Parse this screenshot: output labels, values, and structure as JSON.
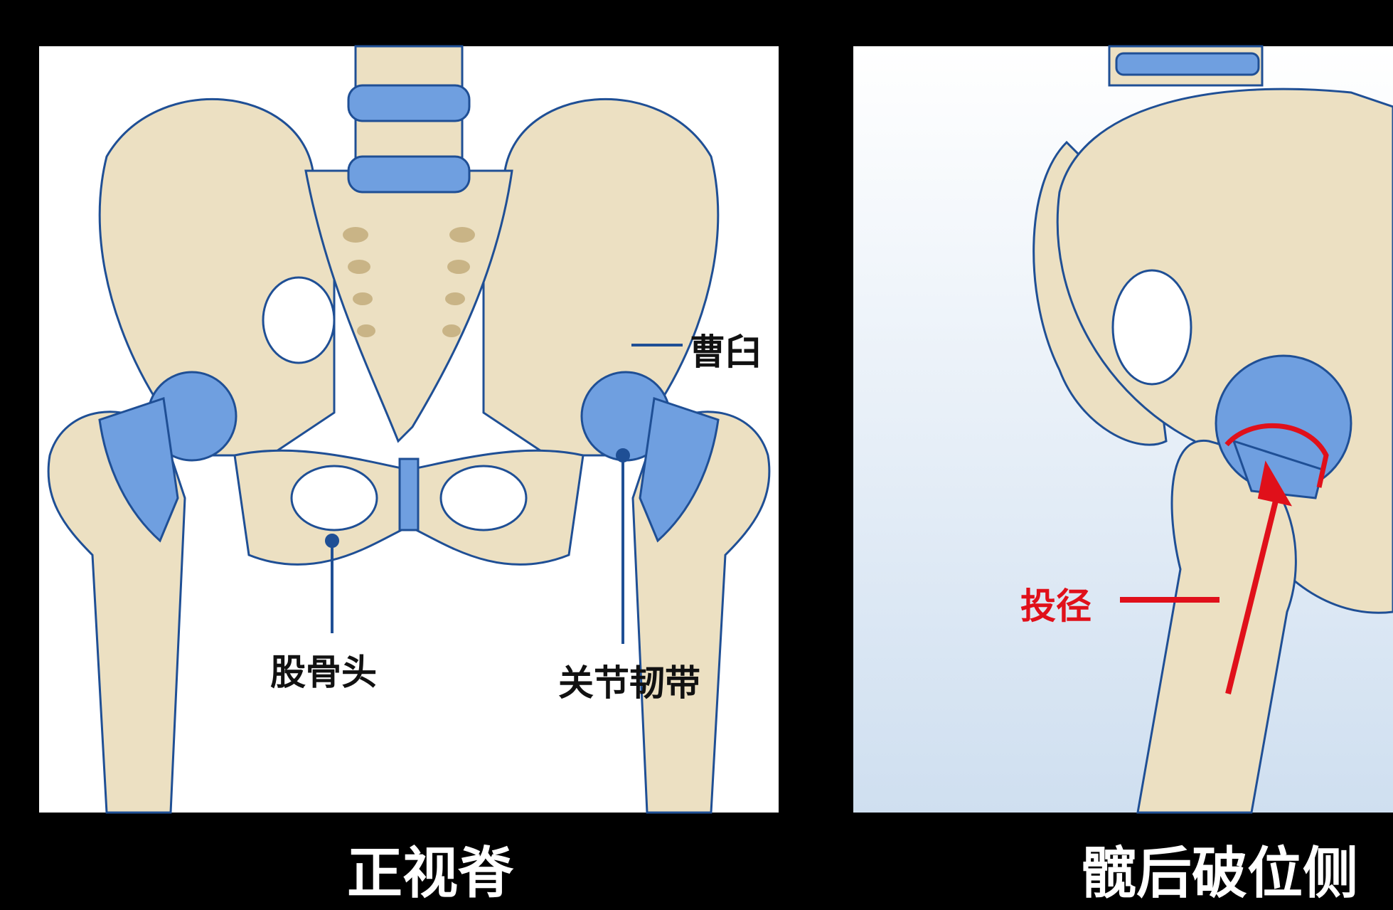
{
  "left_panel": {
    "caption": "正视脊",
    "labels": {
      "acetabulum": "曹臼",
      "femoral_head": "股骨头",
      "ligament": "关节韧带"
    }
  },
  "right_panel": {
    "caption": "髋后破位侧",
    "labels": {
      "path": "投径"
    }
  },
  "colors": {
    "bone": "#ece0c2",
    "cartilage": "#6f9fe0",
    "outline": "#1f4f95",
    "accent": "#e0101a"
  }
}
